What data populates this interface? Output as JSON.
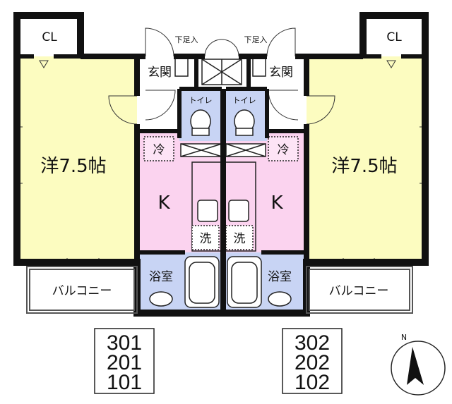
{
  "closet_left": "CL",
  "closet_right": "CL",
  "western_room_left": "洋7.5帖",
  "western_room_right": "洋7.5帖",
  "entrance_left": "玄関",
  "entrance_right": "玄関",
  "shoe_storage_left": "下足入",
  "shoe_storage_right": "下足入",
  "toilet_left": "トイレ",
  "toilet_right": "トイレ",
  "fridge_left": "冷",
  "fridge_right": "冷",
  "kitchen_left": "K",
  "kitchen_right": "K",
  "washer_left": "洗",
  "washer_right": "洗",
  "bath_left": "浴室",
  "bath_right": "浴室",
  "balcony_left": "バルコニー",
  "balcony_right": "バルコニー",
  "units_left": [
    "301",
    "201",
    "101"
  ],
  "units_right": [
    "302",
    "202",
    "102"
  ],
  "compass_label": "N",
  "colors": {
    "western_room": "#fcfcc0",
    "kitchen": "#fbd3ef",
    "wet_area": "#c8d4f4",
    "wall": "#111111",
    "balcony_frame": "#555555"
  }
}
